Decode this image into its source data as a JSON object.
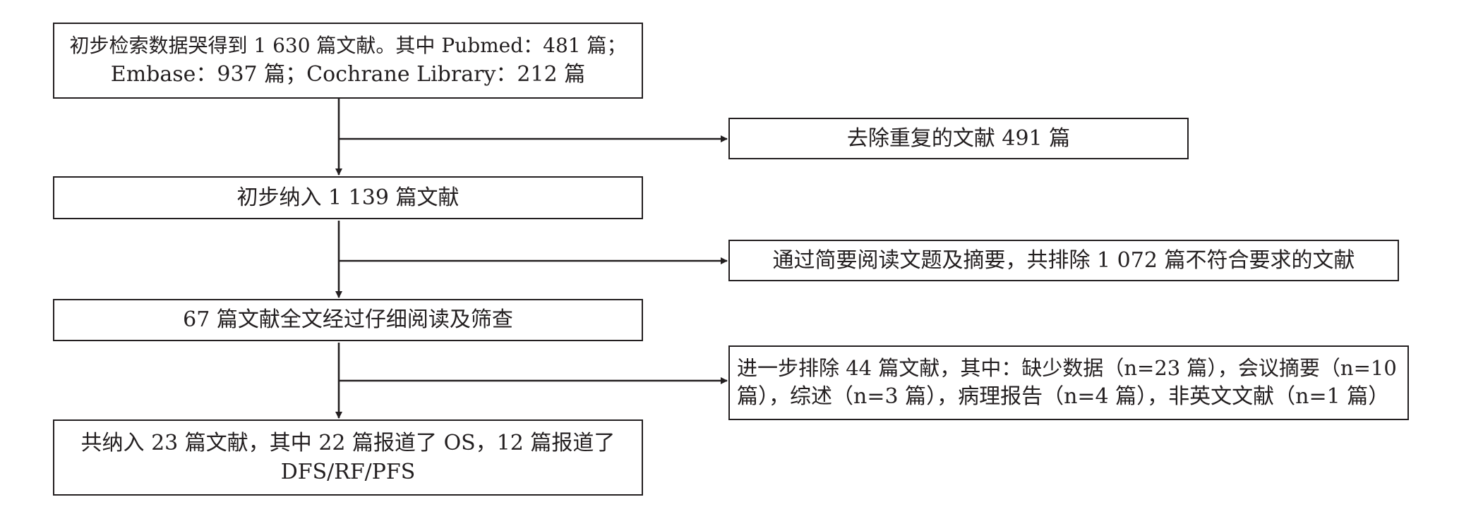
{
  "flow": {
    "main": [
      {
        "lines": [
          "初步检索数据哭得到 1 630 篇文献。其中 Pubmed：481 篇；",
          "Embase：937 篇；Cochrane Library：212 篇"
        ]
      },
      {
        "lines": [
          "初步纳入 1 139 篇文献"
        ]
      },
      {
        "lines": [
          "67 篇文献全文经过仔细阅读及筛查"
        ]
      },
      {
        "lines": [
          "共纳入 23 篇文献，其中 22 篇报道了 OS，12 篇报道了",
          "DFS/RF/PFS"
        ]
      }
    ],
    "excluded": [
      {
        "lines": [
          "去除重复的文献 491 篇"
        ]
      },
      {
        "lines": [
          "通过简要阅读文题及摘要，共排除 1 072 篇不符合要求的文献"
        ]
      },
      {
        "lines": [
          "进一步排除 44 篇文献，其中：缺少数据（n=23 篇），会议摘要（n=10",
          "篇），综述（n=3 篇），病理报告（n=4 篇），非英文文献（n=1 篇）"
        ]
      }
    ]
  }
}
